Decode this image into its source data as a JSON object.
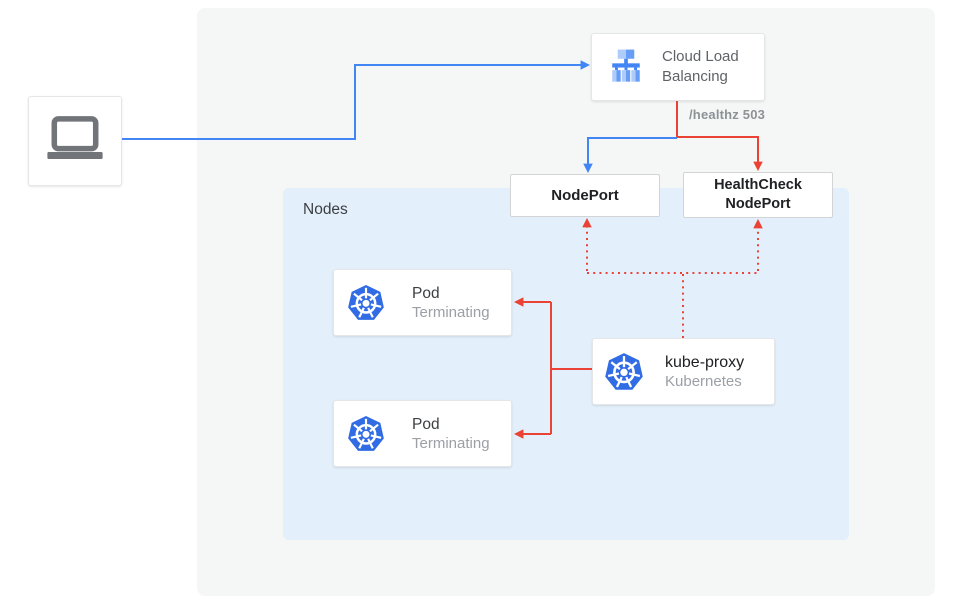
{
  "colors": {
    "blue": "#4285f4",
    "red": "#ea4335",
    "k8s-blue": "#326ce5",
    "outer-bg": "#f5f6f6",
    "nodes-bg": "#e4effc",
    "text-dark": "#202124",
    "text-gray": "#5f6368",
    "text-light": "#9aa0a6",
    "annot-gray": "#8d9297",
    "lb-light": "#aecbfa",
    "lb-mid": "#669df6",
    "lb-dark": "#4285f4"
  },
  "cloud_load_balancing": {
    "label": "Cloud Load Balancing"
  },
  "health_check_annotation": "/healthz 503",
  "nodes_panel": {
    "label": "Nodes"
  },
  "nodeport": {
    "label": "NodePort"
  },
  "healthcheck_nodeport": {
    "line1": "HealthCheck",
    "line2": "NodePort"
  },
  "pod1": {
    "title": "Pod",
    "status": "Terminating"
  },
  "pod2": {
    "title": "Pod",
    "status": "Terminating"
  },
  "kube_proxy": {
    "title": "kube-proxy",
    "subtitle": "Kubernetes"
  },
  "edges": [
    {
      "id": "client-to-clb",
      "from": "client",
      "to": "cloud-load-balancing",
      "color": "blue",
      "style": "solid"
    },
    {
      "id": "clb-to-nodeport",
      "from": "cloud-load-balancing",
      "to": "nodeport",
      "color": "blue",
      "style": "solid"
    },
    {
      "id": "clb-to-healthcheck-nodeport",
      "from": "cloud-load-balancing",
      "to": "healthcheck-nodeport",
      "color": "red",
      "style": "solid",
      "label": "/healthz 503"
    },
    {
      "id": "kube-proxy-to-pod-1",
      "from": "kube-proxy",
      "to": "pod-1",
      "color": "red",
      "style": "solid"
    },
    {
      "id": "kube-proxy-to-pod-2",
      "from": "kube-proxy",
      "to": "pod-2",
      "color": "red",
      "style": "solid"
    },
    {
      "id": "kube-proxy-to-nodeport",
      "from": "kube-proxy",
      "to": "nodeport",
      "color": "red",
      "style": "dotted"
    },
    {
      "id": "kube-proxy-to-healthcheck-nodeport",
      "from": "kube-proxy",
      "to": "healthcheck-nodeport",
      "color": "red",
      "style": "dotted"
    }
  ]
}
